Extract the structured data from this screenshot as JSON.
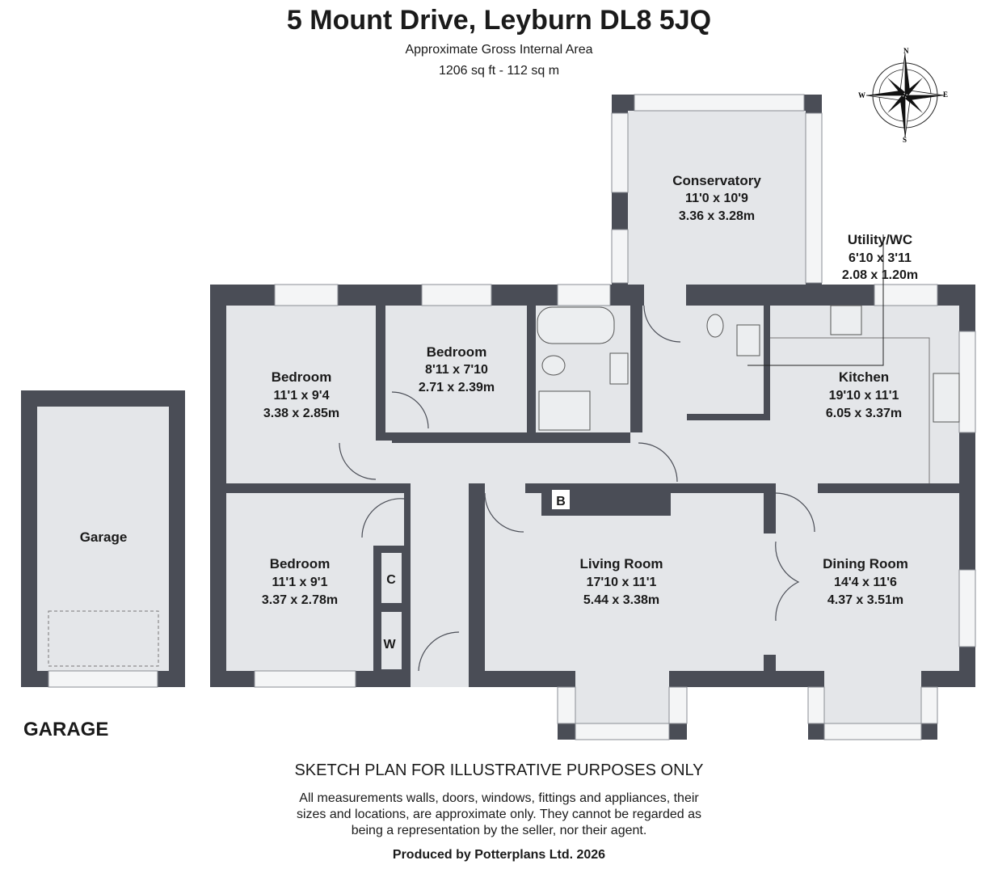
{
  "header": {
    "title": "5 Mount Drive, Leyburn DL8 5JQ",
    "subtitle": "Approximate Gross Internal Area",
    "area": "1206 sq ft - 112 sq m"
  },
  "compass": {
    "n": "N",
    "e": "E",
    "s": "S",
    "w": "W"
  },
  "rooms": {
    "conservatory": {
      "name": "Conservatory",
      "imperial": "11'0 x 10'9",
      "metric": "3.36 x 3.28m"
    },
    "utility": {
      "name": "Utility/WC",
      "imperial": "6'10 x 3'11",
      "metric": "2.08 x 1.20m"
    },
    "bedroom1": {
      "name": "Bedroom",
      "imperial": "11'1 x 9'4",
      "metric": "3.38 x 2.85m"
    },
    "bedroom2": {
      "name": "Bedroom",
      "imperial": "8'11 x 7'10",
      "metric": "2.71 x 2.39m"
    },
    "kitchen": {
      "name": "Kitchen",
      "imperial": "19'10 x 11'1",
      "metric": "6.05 x 3.37m"
    },
    "bedroom3": {
      "name": "Bedroom",
      "imperial": "11'1 x 9'1",
      "metric": "3.37 x 2.78m"
    },
    "living": {
      "name": "Living Room",
      "imperial": "17'10 x 11'1",
      "metric": "5.44 x 3.38m"
    },
    "dining": {
      "name": "Dining Room",
      "imperial": "14'4 x 11'6",
      "metric": "4.37 x 3.51m"
    },
    "garage": {
      "name": "Garage"
    }
  },
  "markers": {
    "boiler": "B",
    "cupboard": "C",
    "wardrobe": "W"
  },
  "garage_heading": "GARAGE",
  "footer": {
    "heading": "SKETCH PLAN FOR ILLUSTRATIVE PURPOSES ONLY",
    "lines": [
      "All measurements walls, doors, windows, fittings and appliances, their",
      "sizes and locations, are approximate only. They cannot be regarded as",
      "being a representation by the seller, nor their agent."
    ],
    "produced_by": "Produced by Potterplans Ltd. 2026"
  }
}
